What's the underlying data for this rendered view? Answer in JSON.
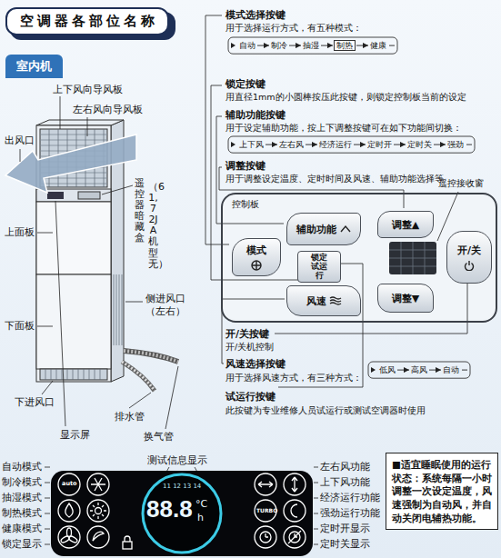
{
  "diagram": {
    "title": "空调器各部位名称",
    "nodes": [
      {
        "text": [
          "室内机"
        ]
      },
      {
        "text": [
          "自动"
        ]
      },
      {
        "text": [
          "制冷"
        ]
      },
      {
        "text": [
          "抽湿"
        ]
      },
      {
        "text": [
          "制热"
        ]
      },
      {
        "text": [
          "健康"
        ]
      },
      {
        "text": [
          "上下风"
        ]
      },
      {
        "text": [
          "左右风"
        ]
      },
      {
        "text": [
          "经济运行"
        ]
      },
      {
        "text": [
          "定时开"
        ]
      },
      {
        "text": [
          "定时关"
        ]
      },
      {
        "text": [
          "强劲"
        ]
      },
      {
        "text": [
          "低风"
        ]
      },
      {
        "text": [
          "高风"
        ]
      },
      {
        "text": [
          "自动"
        ]
      },
      {
        "text": [
          "控制板"
        ]
      },
      {
        "text": [
          "辅助功能"
        ],
        "in": 15
      },
      {
        "text": [
          "模式"
        ],
        "in": 15
      },
      {
        "text": [
          "锁定 试运行"
        ],
        "in": 15
      },
      {
        "text": [
          "风速"
        ],
        "in": 15
      },
      {
        "text": [
          "调整▲"
        ],
        "in": 15
      },
      {
        "text": [
          "开/关"
        ],
        "in": 15
      },
      {
        "text": [
          "调整▼"
        ],
        "in": 15
      },
      {
        "text": [
          "■适宜睡眠使用的运行状态：系统每隔一小时调整一次设定温度，风速强制为自动风，并自动关闭电辅热功能。"
        ]
      }
    ],
    "edges": [
      {
        "from": 1,
        "to": 2,
        "arrow": "to"
      },
      {
        "from": 2,
        "to": 3,
        "arrow": "to"
      },
      {
        "from": 3,
        "to": 4,
        "arrow": "to"
      },
      {
        "from": 4,
        "to": 5,
        "arrow": "to"
      },
      {
        "from": 6,
        "to": 7,
        "arrow": "to"
      },
      {
        "from": 7,
        "to": 8,
        "arrow": "to"
      },
      {
        "from": 8,
        "to": 9,
        "arrow": "to"
      },
      {
        "from": 9,
        "to": 10,
        "arrow": "to"
      },
      {
        "from": 10,
        "to": 11,
        "arrow": "to"
      },
      {
        "from": 12,
        "to": 13,
        "arrow": "to"
      },
      {
        "from": 13,
        "to": 14,
        "arrow": "to"
      }
    ],
    "labels": [
      "上下风向导风板",
      "左右风向导风板",
      "出风口",
      "上面板",
      "遥控器暗藏盒",
      "（61,72JA机型无）",
      "下面板",
      "侧进风口（左右）",
      "下进风口",
      "显示屏",
      "排水管",
      "换气管",
      "模式选择按键",
      "用于选择运行方式，有五种模式：",
      "锁定按键",
      "用直径1mm的小圆棒按压此按键，则锁定控制板当前的设定",
      "辅助功能按键",
      "用于设定辅助功能，按上下调整按键可在如下功能间切换：",
      "调整按键",
      "用于调整设定温度、定时时间及风速、辅助功能选择等",
      "遥控接收窗",
      "开/关按键",
      "开/关机控制",
      "风速选择按键",
      "用于选择风速方式，有三种方式：",
      "试运行按键",
      "此按键为专业维修人员试运行或测试空调器时使用",
      "测试信息显示",
      "自动模式",
      "制冷模式",
      "抽湿模式",
      "制热模式",
      "健康模式",
      "锁定显示",
      "左右风功能",
      "上下风功能",
      "经济运行功能",
      "强劲运行功能",
      "定时开显示",
      "定时关显示",
      "11 12 13 14",
      "88.8",
      "°C",
      "h",
      "auto",
      "TURBO"
    ]
  }
}
